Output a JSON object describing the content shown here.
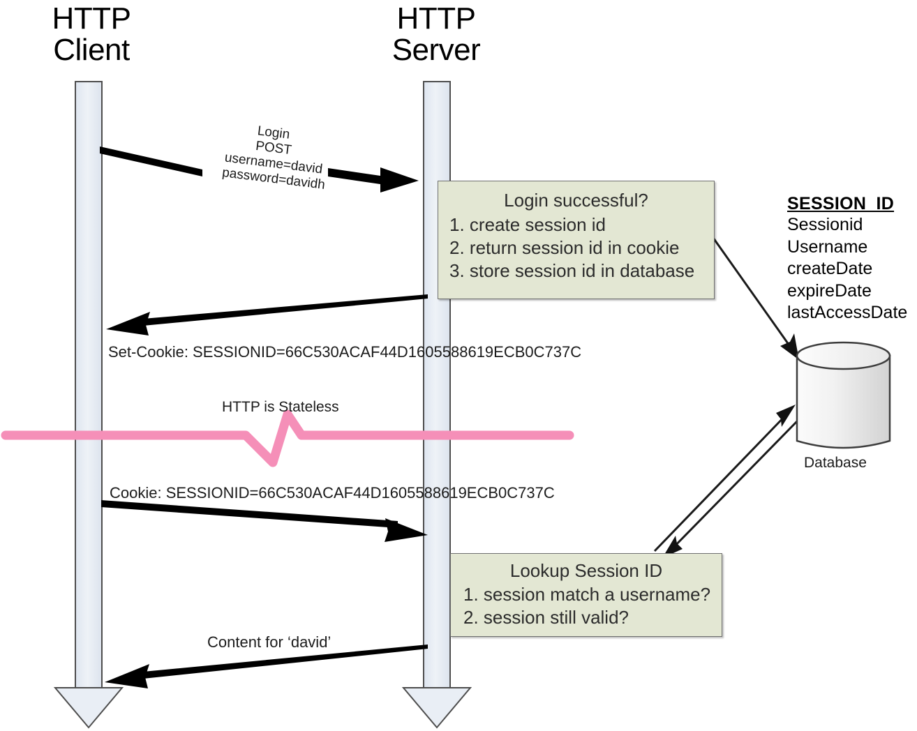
{
  "actors": {
    "client": "HTTP\nClient",
    "server": "HTTP\nServer"
  },
  "messages": {
    "login_request": "Login\nPOST\nusername=david\npassword=davidh",
    "login_line_1": "Login",
    "login_line_2": "POST",
    "login_line_3": "username=david",
    "login_line_4": "password=davidh",
    "set_cookie": "Set-Cookie: SESSIONID=66C530ACAF44D1605588619ECB0C737C",
    "cookie": "Cookie: SESSIONID=66C530ACAF44D1605588619ECB0C737C",
    "content": "Content for ‘david’"
  },
  "session_id_value": "66C530ACAF44D1605588619ECB0C737C",
  "login_box": {
    "title": "Login successful?",
    "steps": [
      "1. create session id",
      "2. return session id in cookie",
      "3. store session id in database"
    ]
  },
  "lookup_box": {
    "title": "Lookup Session ID",
    "steps": [
      "1.  session match a username?",
      "2.  session still valid?"
    ]
  },
  "session_legend": {
    "heading": "SESSION_ID",
    "fields": [
      "Sessionid",
      "Username",
      "createDate",
      "expireDate",
      "lastAccessDate"
    ]
  },
  "stateless_note": "HTTP is Stateless",
  "database_label": "Database",
  "colors": {
    "process_box_fill": "#e3e7d3",
    "process_box_border": "#6f6f6f",
    "lifeline_fill": "#e4eaf2",
    "lifeline_border": "#4d4d4d",
    "stateless_line": "#f58fb8",
    "arrow": "#000000",
    "database_body": "#eeeeee"
  }
}
